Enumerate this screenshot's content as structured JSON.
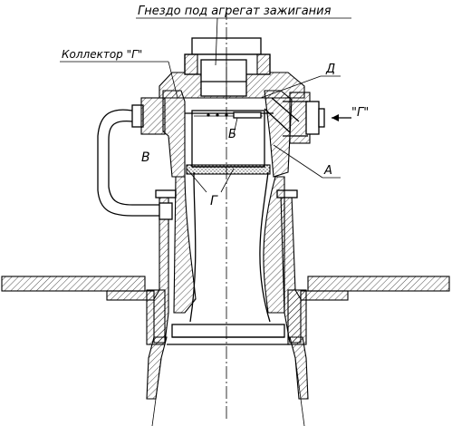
{
  "labels": {
    "ignition_socket": "Гнездо под агрегат зажигания",
    "collector_g": "Коллектор \"Г\"",
    "letter_d": "Д",
    "letter_b": "Б",
    "letter_v": "В",
    "letter_g": "Г",
    "letter_a": "А",
    "view_g": "\"Г\""
  }
}
